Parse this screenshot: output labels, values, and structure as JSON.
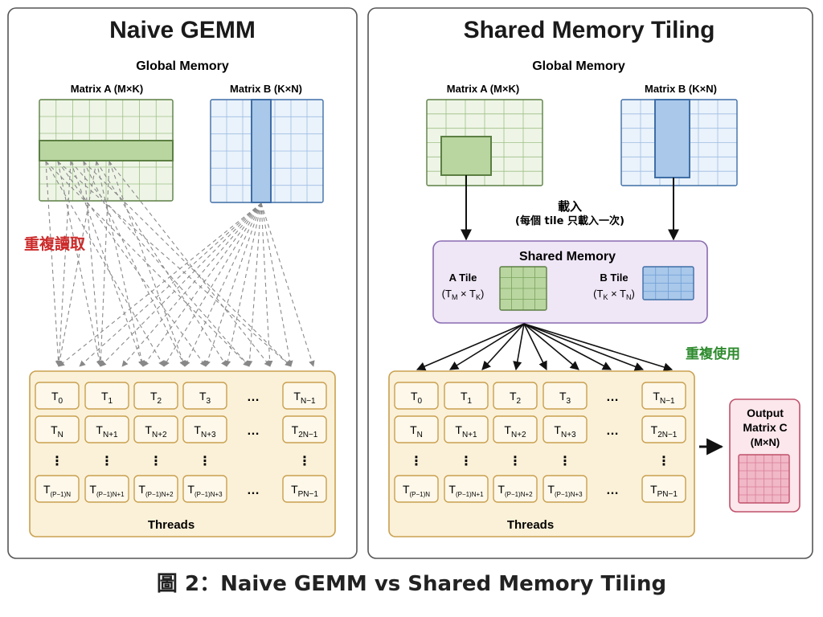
{
  "left_panel": {
    "title": "Naive GEMM",
    "global_memory_label": "Global Memory",
    "matrix_a_label": "Matrix A (M×K)",
    "matrix_b_label": "Matrix B (K×N)",
    "repeated_read_label": "重複讀取",
    "threads_label": "Threads"
  },
  "right_panel": {
    "title": "Shared Memory Tiling",
    "global_memory_label": "Global Memory",
    "matrix_a_label": "Matrix A (M×K)",
    "matrix_b_label": "Matrix B (K×N)",
    "load_label": "載入",
    "load_note": "(每個 tile 只載入一次)",
    "shared_memory_label": "Shared Memory",
    "a_tile_label": "A Tile",
    "a_tile_dims": {
      "open": "(T",
      "sub1": "M",
      "mid": " × T",
      "sub2": "K",
      "close": ")"
    },
    "b_tile_label": "B Tile",
    "b_tile_dims": {
      "open": "(T",
      "sub1": "K",
      "mid": " × T",
      "sub2": "N",
      "close": ")"
    },
    "reuse_label": "重複使用",
    "threads_label": "Threads",
    "output_label_1": "Output",
    "output_label_2": "Matrix C",
    "output_label_3": "(M×N)"
  },
  "threads_grid": {
    "rows": [
      [
        [
          "T",
          "0"
        ],
        [
          "T",
          "1"
        ],
        [
          "T",
          "2"
        ],
        [
          "T",
          "3"
        ],
        [
          "…",
          ""
        ],
        [
          "T",
          "N−1"
        ]
      ],
      [
        [
          "T",
          "N"
        ],
        [
          "T",
          "N+1"
        ],
        [
          "T",
          "N+2"
        ],
        [
          "T",
          "N+3"
        ],
        [
          "…",
          ""
        ],
        [
          "T",
          "2N−1"
        ]
      ],
      [
        [
          "⋮",
          ""
        ],
        [
          "⋮",
          ""
        ],
        [
          "⋮",
          ""
        ],
        [
          "⋮",
          ""
        ],
        [
          "",
          ""
        ],
        [
          "⋮",
          ""
        ]
      ],
      [
        [
          "T",
          "(P−1)N"
        ],
        [
          "T",
          "(P−1)N+1"
        ],
        [
          "T",
          "(P−1)N+2"
        ],
        [
          "T",
          "(P−1)N+3"
        ],
        [
          "…",
          ""
        ],
        [
          "T",
          "PN−1"
        ]
      ]
    ]
  },
  "caption": "圖 2：Naive GEMM vs Shared Memory Tiling",
  "colors": {
    "green_fill": "#eef5e6",
    "green_stroke": "#5b7f43",
    "green_highlight": "#b9d6a0",
    "blue_fill": "#eaf2fb",
    "blue_stroke": "#3f6ea6",
    "blue_highlight": "#a9c8ea",
    "thread_bg": "#fbf1d8",
    "thread_stroke": "#c9a050",
    "shared_bg": "#efe6f6",
    "shared_stroke": "#8a6bb0",
    "output_bg": "#fbe7ec",
    "output_stroke": "#c0506a",
    "output_cell": "#f1b8c7",
    "red_text": "#cc2a2a",
    "green_text": "#2e8b2e"
  }
}
